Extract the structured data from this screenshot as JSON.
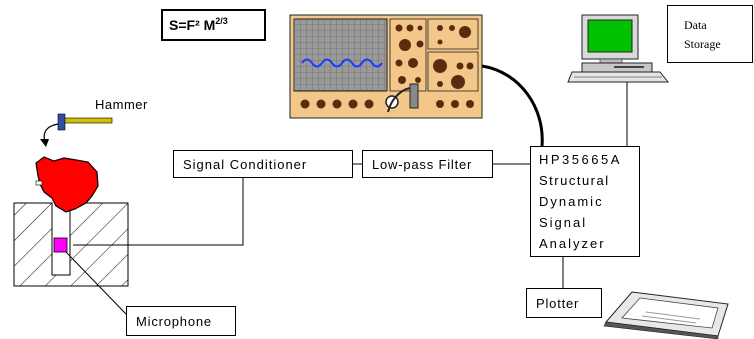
{
  "formula": {
    "base": "S=F² M",
    "exponent": "2/3"
  },
  "labels": {
    "hammer": "Hammer",
    "signal_conditioner": "Signal Conditioner",
    "low_pass_filter": "Low-pass Filter",
    "analyzer_lines": [
      "HP35665A",
      "Structural",
      "Dynamic",
      "Signal",
      "Analyzer"
    ],
    "data_storage_lines": [
      "Data",
      "Storage"
    ],
    "plotter": "Plotter",
    "microphone": "Microphone"
  },
  "icons": [
    "oscilloscope-icon",
    "computer-icon",
    "plotter-device-icon",
    "hammer-icon",
    "specimen-icon"
  ],
  "colors": {
    "specimen": "#ff0000",
    "microphone": "#ff00ff",
    "oscilloscope_body": "#f3c789",
    "screen": "#9a9a9a",
    "waveform": "#1a3cff",
    "monitor_screen": "#00c000",
    "hammer_head": "#2f4fa8",
    "hammer_handle": "#d4c000"
  }
}
